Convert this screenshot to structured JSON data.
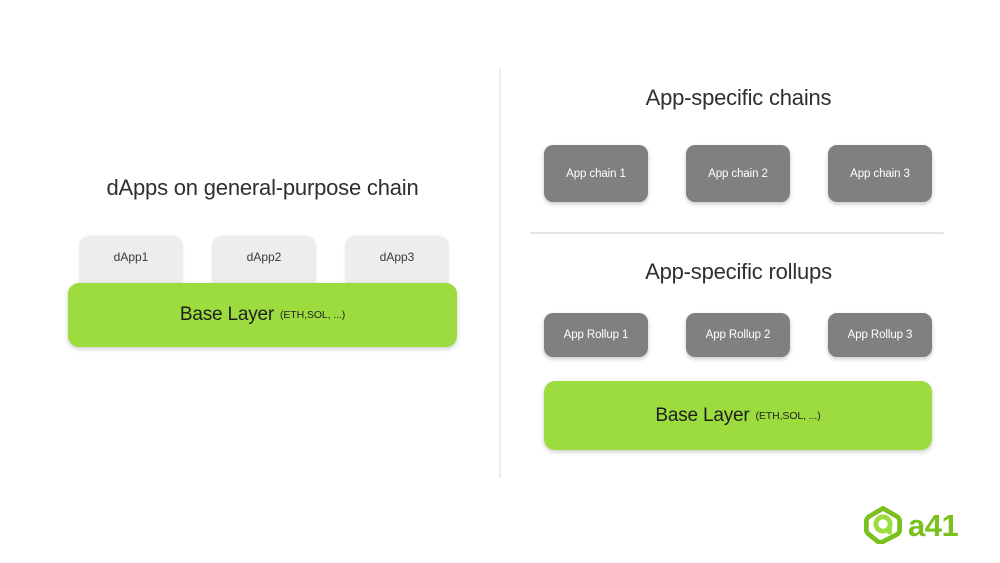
{
  "left_panel": {
    "heading": "dApps on general-purpose chain",
    "dapps": [
      {
        "label": "dApp1"
      },
      {
        "label": "dApp2"
      },
      {
        "label": "dApp3"
      }
    ],
    "base_layer": {
      "title": "Base Layer",
      "subtitle": "(ETH,SOL, ...)"
    }
  },
  "right_panel": {
    "chains_section": {
      "heading": "App-specific chains",
      "boxes": [
        {
          "label": "App chain 1"
        },
        {
          "label": "App chain 2"
        },
        {
          "label": "App chain 3"
        }
      ]
    },
    "rollups_section": {
      "heading": "App-specific rollups",
      "boxes": [
        {
          "label": "App Rollup 1"
        },
        {
          "label": "App Rollup 2"
        },
        {
          "label": "App Rollup 3"
        }
      ],
      "base_layer": {
        "title": "Base Layer",
        "subtitle": "(ETH,SOL, ...)"
      }
    }
  },
  "logo": {
    "text": "a41",
    "mark_icon": "a41-logo-icon"
  },
  "colors": {
    "base_layer_green": "#9ddc3e",
    "box_gray": "#808080",
    "dapp_gray": "#ededed",
    "divider": "#ececec",
    "logo_green": "#7ac11e",
    "background": "#ffffff",
    "heading_text": "#2f2f2f"
  }
}
